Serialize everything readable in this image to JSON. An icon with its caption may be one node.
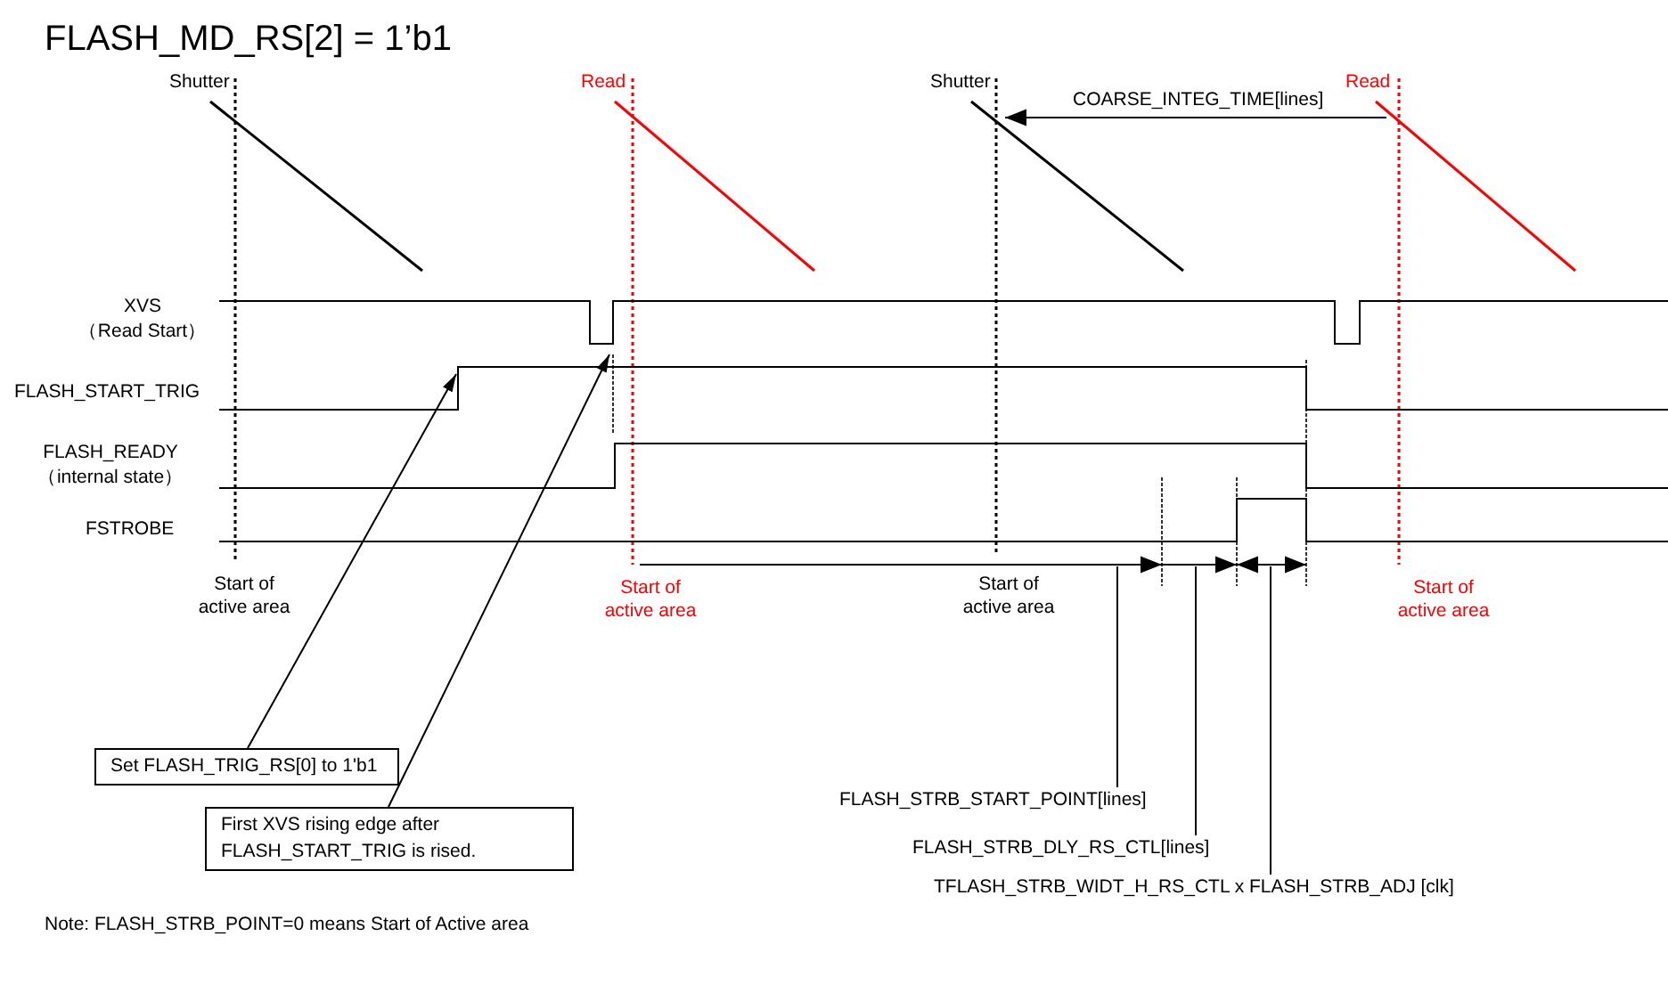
{
  "diagram": {
    "title": "FLASH_MD_RS[2] = 1’b1",
    "nodes": [
      {
        "text": [
          "Set FLASH_TRIG_RS[0] to 1'b1"
        ]
      },
      {
        "text": [
          "First XVS rising edge after FLASH_START_TRIG is rised."
        ]
      },
      {
        "text": [
          "FLASH_STRB_START_POINT[lines]"
        ]
      },
      {
        "text": [
          "FLASH_STRB_DLY_RS_CTL[lines]"
        ]
      },
      {
        "text": [
          "TFLASH_STRB_WIDT_H_RS_CTL x  FLASH_STRB_ADJ [clk]"
        ]
      },
      {
        "text": [],
        "shape": "waveform"
      },
      {
        "text": [],
        "shape": "waveform"
      }
    ],
    "edges": [
      {
        "from": 0,
        "to": 6,
        "arrow": "to"
      },
      {
        "from": 1,
        "to": 5,
        "arrow": "to"
      },
      {
        "from": 2,
        "to": null,
        "arrow": "none"
      },
      {
        "from": 3,
        "to": null,
        "arrow": "none"
      },
      {
        "from": 4,
        "to": null,
        "arrow": "none"
      }
    ],
    "labels": [
      "Shutter",
      "Read",
      "Shutter",
      "COARSE_INTEG_TIME[lines]",
      "Read",
      "XVS",
      "（Read Start）",
      "FLASH_START_TRIG",
      "FLASH_READY",
      "（internal state）",
      "FSTROBE",
      "Start of active area",
      "Start of active area",
      "Start of active area",
      "Start of active area",
      "Note: FLASH_STRB_POINT=0 means Start of Active area"
    ]
  }
}
